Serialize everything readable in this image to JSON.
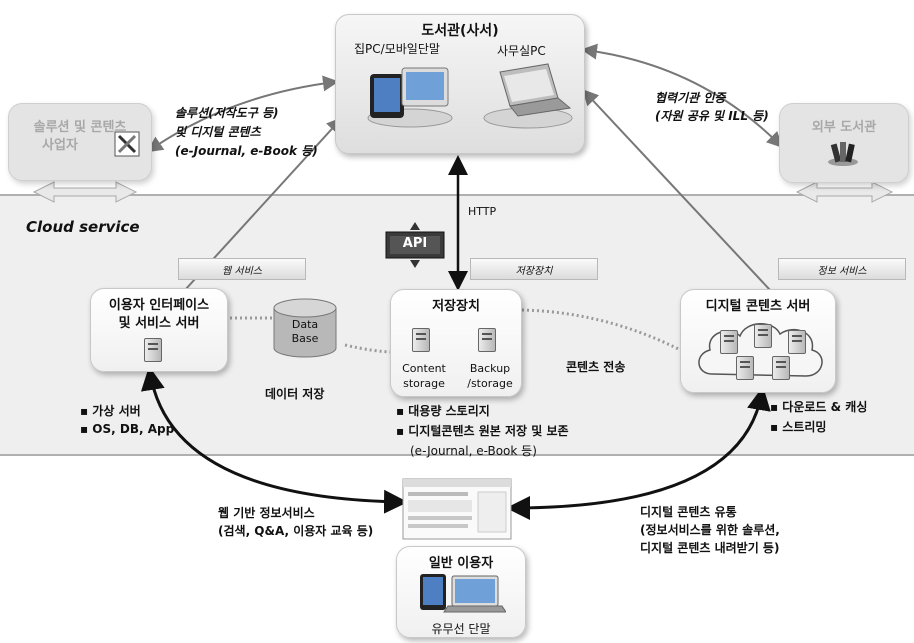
{
  "top_node": {
    "title": "도서관(사서)",
    "home_pc": "집PC/모바일단말",
    "office_pc": "사무실PC"
  },
  "solution_provider": {
    "title_line1": "솔루션 및 콘텐츠",
    "title_line2": "사업자"
  },
  "external_library": {
    "title": "외부 도서관"
  },
  "solution_note": {
    "line1": "솔루션(저작도구 등)",
    "line2": "및 디지털 콘텐츠",
    "line3": "(e-Journal, e-Book 등)"
  },
  "partner_note": {
    "line1": "협력기관 인증",
    "line2": "(자원 공유 및 ILL 등)"
  },
  "cloud": {
    "label": "Cloud  service",
    "http": "HTTP",
    "api": "API"
  },
  "tabs": {
    "web": "웹 서비스",
    "storage": "저장장치",
    "info": "정보 서비스"
  },
  "ui_server": {
    "title_line1": "이용자 인터페이스",
    "title_line2": "및 서비스 서버"
  },
  "database": {
    "line1": "Data",
    "line2": "Base",
    "caption": "데이터 저장"
  },
  "storage": {
    "title": "저장장치",
    "content_line1": "Content",
    "content_line2": "storage",
    "backup_line1": "Backup",
    "backup_line2": "/storage"
  },
  "transfer": {
    "label": "콘텐츠 전송"
  },
  "contents_server": {
    "title": "디지털 콘텐츠 서버"
  },
  "bullets_left": [
    "▪ 가상 서버",
    "▪ OS, DB, App"
  ],
  "bullets_mid": [
    "▪ 대용량 스토리지",
    "▪ 디지털콘텐츠 원본 저장 및 보존",
    "(e-Journal, e-Book 등)"
  ],
  "bullets_right": [
    "▪ 다운로드 & 캐싱",
    "▪ 스트리밍"
  ],
  "web_info": {
    "line1": "웹 기반 정보서비스",
    "line2": "(검색, Q&A, 이용자 교육 등)"
  },
  "digital_flow": {
    "line1": "디지털 콘텐츠 유통",
    "line2": "(정보서비스를 위한 솔루션,",
    "line3": "디지털 콘텐츠 내려받기 등)"
  },
  "general_user": {
    "title": "일반 이용자",
    "caption": "유무선 단말"
  }
}
